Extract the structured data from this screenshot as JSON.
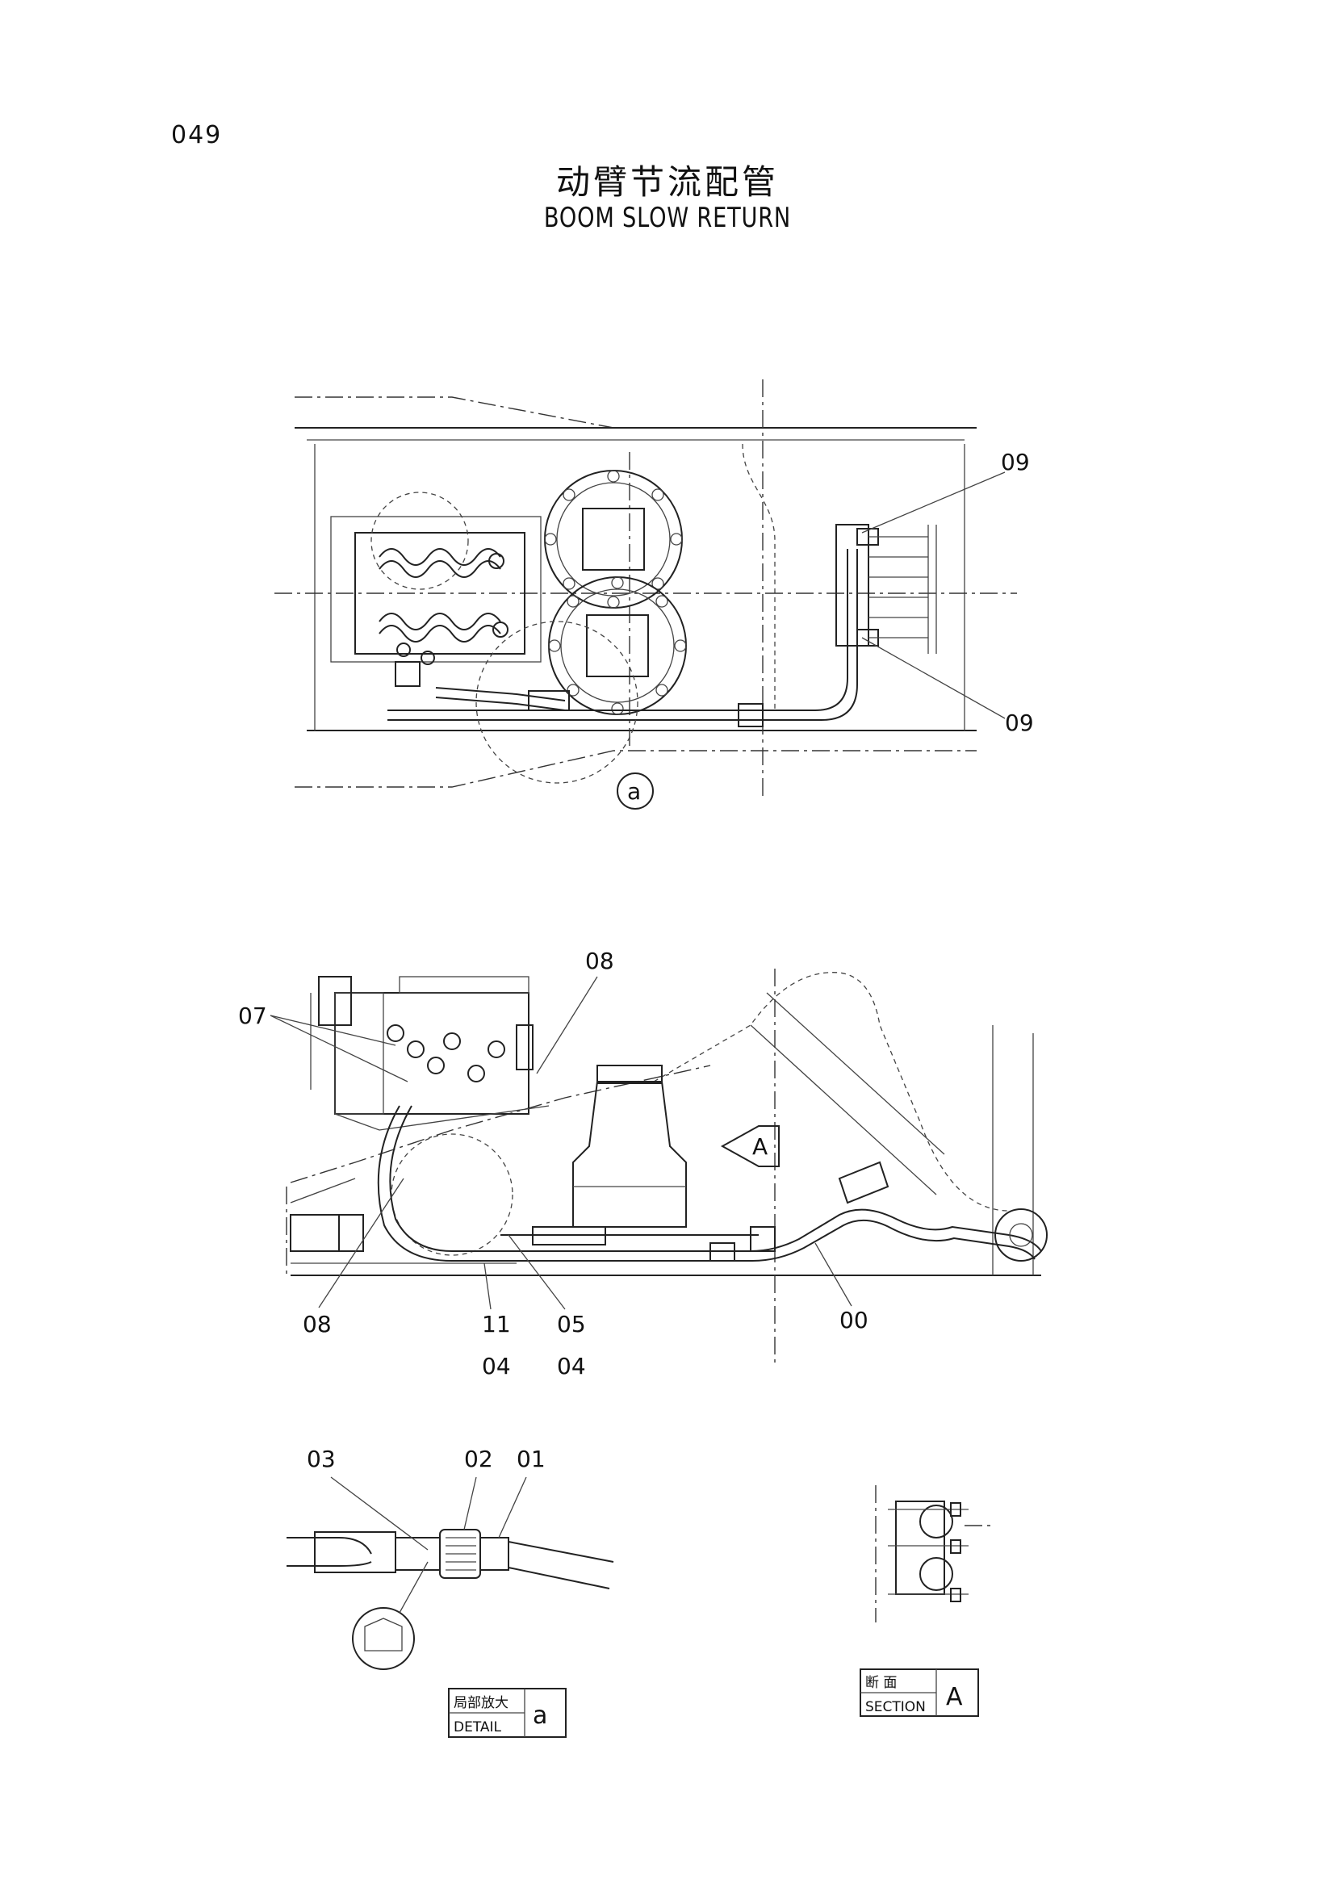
{
  "header": {
    "page_number": "049",
    "title_cn": "动臂节流配管",
    "title_en": "BOOM SLOW RETURN"
  },
  "top_view": {
    "callouts": [
      "09",
      "09"
    ],
    "detail_marker": "a"
  },
  "side_view": {
    "callouts": [
      "08",
      "07",
      "08",
      "11",
      "04",
      "05",
      "04",
      "00"
    ],
    "section_arrow": "A"
  },
  "detail_view": {
    "callouts": [
      "03",
      "02",
      "01"
    ],
    "label_cn": "局部放大",
    "label_en": "DETAIL",
    "marker": "a"
  },
  "section_view": {
    "label_cn": "断  面",
    "label_en": "SECTION",
    "marker": "A"
  }
}
